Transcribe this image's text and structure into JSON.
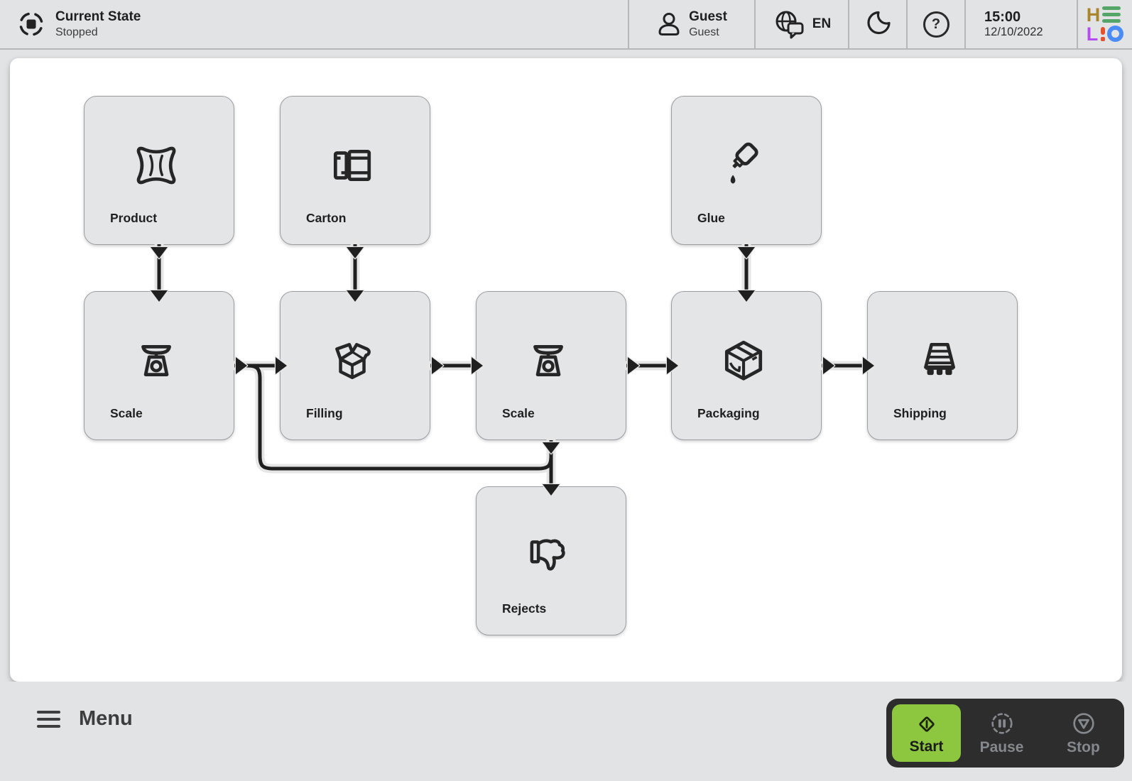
{
  "header": {
    "status": {
      "title": "Current State",
      "value": "Stopped",
      "state_icon": "stopped-square-in-dashed-circle"
    },
    "user": {
      "name": "Guest",
      "role": "Guest",
      "icon": "person-icon"
    },
    "language": {
      "code": "EN",
      "icon": "globe-chat-icon"
    },
    "theme": {
      "icon": "moon-icon"
    },
    "help": {
      "glyph": "?",
      "icon": "question-circle-icon"
    },
    "clock": {
      "time": "15:00",
      "date": "12/10/2022"
    },
    "logo": {
      "name": "HELIO",
      "letters": [
        "H",
        "E",
        "L",
        "I",
        "O"
      ],
      "colors": {
        "h": "#a9862b",
        "e": "#53a568",
        "l": "#b44cf2",
        "i": "#e4512e",
        "o": "#4b8bf5"
      }
    }
  },
  "flow": {
    "nodes": [
      {
        "id": "product",
        "label": "Product",
        "icon": "bag-icon"
      },
      {
        "id": "carton",
        "label": "Carton",
        "icon": "flat-carton-icon"
      },
      {
        "id": "glue",
        "label": "Glue",
        "icon": "glue-bottle-icon"
      },
      {
        "id": "scale-1",
        "label": "Scale",
        "icon": "scale-icon"
      },
      {
        "id": "filling",
        "label": "Filling",
        "icon": "open-box-icon"
      },
      {
        "id": "scale-2",
        "label": "Scale",
        "icon": "scale-icon"
      },
      {
        "id": "packaging",
        "label": "Packaging",
        "icon": "closed-box-icon"
      },
      {
        "id": "shipping",
        "label": "Shipping",
        "icon": "pallet-icon"
      },
      {
        "id": "rejects",
        "label": "Rejects",
        "icon": "thumbs-down-icon"
      }
    ],
    "edges": [
      {
        "from": "product",
        "to": "scale-1"
      },
      {
        "from": "carton",
        "to": "filling"
      },
      {
        "from": "glue",
        "to": "packaging"
      },
      {
        "from": "scale-1",
        "to": "filling"
      },
      {
        "from": "filling",
        "to": "scale-2"
      },
      {
        "from": "scale-2",
        "to": "packaging"
      },
      {
        "from": "packaging",
        "to": "shipping"
      },
      {
        "from": "scale-2",
        "to": "rejects"
      },
      {
        "from": "scale-2",
        "to": "filling",
        "type": "return-loop"
      }
    ]
  },
  "footer": {
    "menu_label": "Menu",
    "controls": {
      "start": "Start",
      "pause": "Pause",
      "stop": "Stop",
      "active": "start",
      "accent_green": "#8dc63f",
      "panel_dark": "#2d2d2d",
      "inactive_gray": "#85888c"
    }
  }
}
